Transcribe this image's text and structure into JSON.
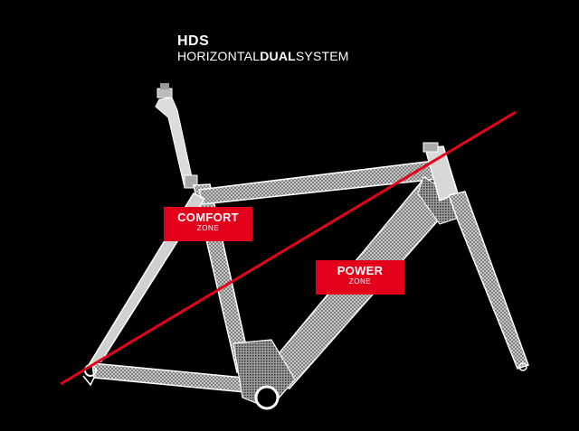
{
  "title": {
    "main": "HDS",
    "sub_part1": "HORIZONTAL",
    "sub_part2": "DUAL",
    "sub_part3": "SYSTEM"
  },
  "zones": {
    "comfort": {
      "label": "COMFORT",
      "sub": "ZONE"
    },
    "power": {
      "label": "POWER",
      "sub": "ZONE"
    }
  },
  "colors": {
    "background": "#000000",
    "accent_red": "#e3001b",
    "frame": "#e8e8e8",
    "text": "#ffffff"
  }
}
